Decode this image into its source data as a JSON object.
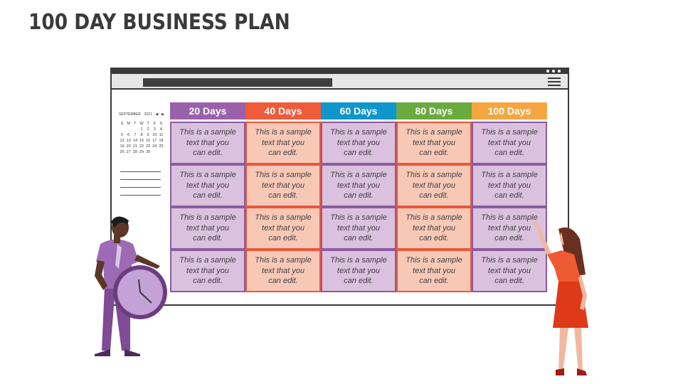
{
  "title": "100 DAY BUSINESS PLAN",
  "calendar": {
    "month": "SEPTEMBER",
    "year": "2021",
    "prev": "◀",
    "next": "▶",
    "weekdays": [
      "S",
      "M",
      "T",
      "W",
      "T",
      "F",
      "S"
    ],
    "days": [
      "",
      "",
      "",
      "1",
      "2",
      "3",
      "4",
      "5",
      "6",
      "7",
      "8",
      "9",
      "10",
      "11",
      "12",
      "13",
      "14",
      "15",
      "16",
      "17",
      "18",
      "19",
      "20",
      "21",
      "22",
      "23",
      "24",
      "25",
      "26",
      "27",
      "28",
      "29",
      "30",
      "",
      ""
    ]
  },
  "columns": [
    {
      "label": "20 Days",
      "color": "#9a60ab"
    },
    {
      "label": "40 Days",
      "color": "#ef5b3b"
    },
    {
      "label": "60 Days",
      "color": "#0f96cc"
    },
    {
      "label": "80 Days",
      "color": "#6aaa3f"
    },
    {
      "label": "100 Days",
      "color": "#f5a640"
    }
  ],
  "cell_text": [
    "This is a sample",
    "text that you",
    "can edit."
  ]
}
